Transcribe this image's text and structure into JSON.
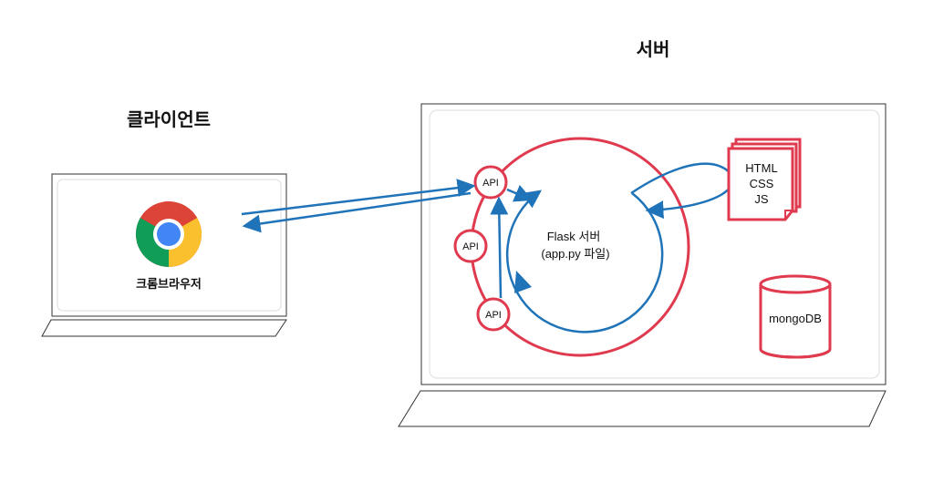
{
  "client": {
    "title": "클라이언트",
    "browser_label": "크롬브라우저",
    "browser_icon": "chrome-icon"
  },
  "server": {
    "title": "서버",
    "flask_line1": "Flask 서버",
    "flask_line2": "(app.py 파일)",
    "api_labels": [
      "API",
      "API",
      "API"
    ],
    "files": [
      "HTML",
      "CSS",
      "JS"
    ],
    "database_label": "mongoDB"
  },
  "colors": {
    "red": "#e03a4f",
    "blue": "#1f73b8",
    "frame": "#333333",
    "inner_border": "#dddddd"
  }
}
